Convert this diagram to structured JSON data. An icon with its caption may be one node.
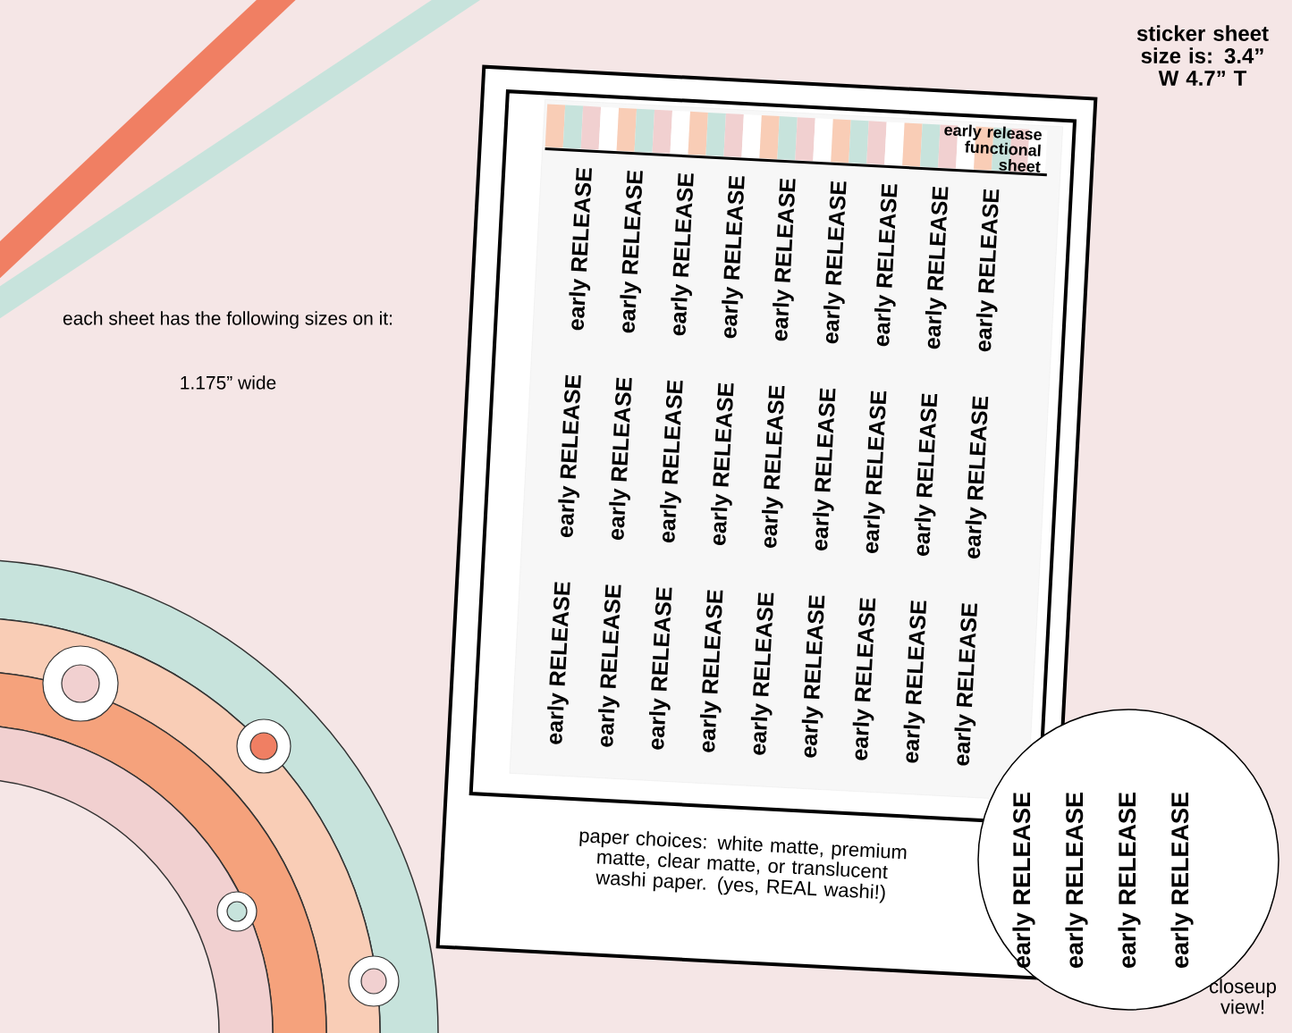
{
  "diagram": {
    "labels": [
      "sticker sheet size is: 3.4” W 4.7” T",
      "each sheet has the following sizes on it:",
      "1.175” wide",
      "early release functional sheet",
      "early RELEASE",
      "early RELEASE",
      "early RELEASE",
      "early RELEASE",
      "early RELEASE",
      "early RELEASE",
      "early RELEASE",
      "early RELEASE",
      "early RELEASE",
      "early RELEASE",
      "early RELEASE",
      "early RELEASE",
      "early RELEASE",
      "early RELEASE",
      "early RELEASE",
      "early RELEASE",
      "early RELEASE",
      "early RELEASE",
      "early RELEASE",
      "early RELEASE",
      "early RELEASE",
      "early RELEASE",
      "early RELEASE",
      "early RELEASE",
      "early RELEASE",
      "early RELEASE",
      "early RELEASE",
      "paper choices: white matte, premium matte, clear matte, or translucent washi paper. (yes, REAL washi!)",
      "early RELEASE",
      "early RELEASE",
      "early RELEASE",
      "early RELEASE",
      "closeup view!"
    ]
  }
}
